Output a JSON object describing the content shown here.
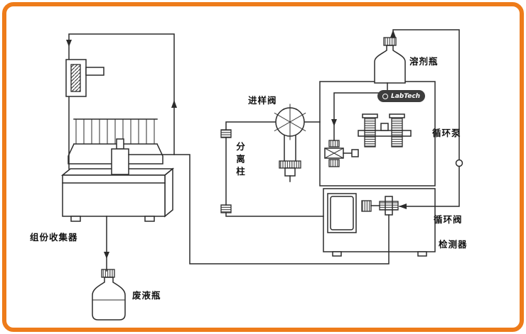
{
  "diagram": {
    "brand_badge": "LabTech",
    "labels": {
      "fraction_collector": "组份收集器",
      "waste_bottle": "废液瓶",
      "separation_column": "分离柱",
      "injection_valve": "进样阀",
      "solvent_bottle": "溶剂瓶",
      "circulation_pump": "循环泵",
      "circulation_valve": "循环阀",
      "detector": "检测器"
    },
    "colors": {
      "border": "#ee7c1a",
      "line": "#2b2b2b",
      "background": "#ffffff",
      "logo_bg": "#3d3d3d"
    }
  }
}
